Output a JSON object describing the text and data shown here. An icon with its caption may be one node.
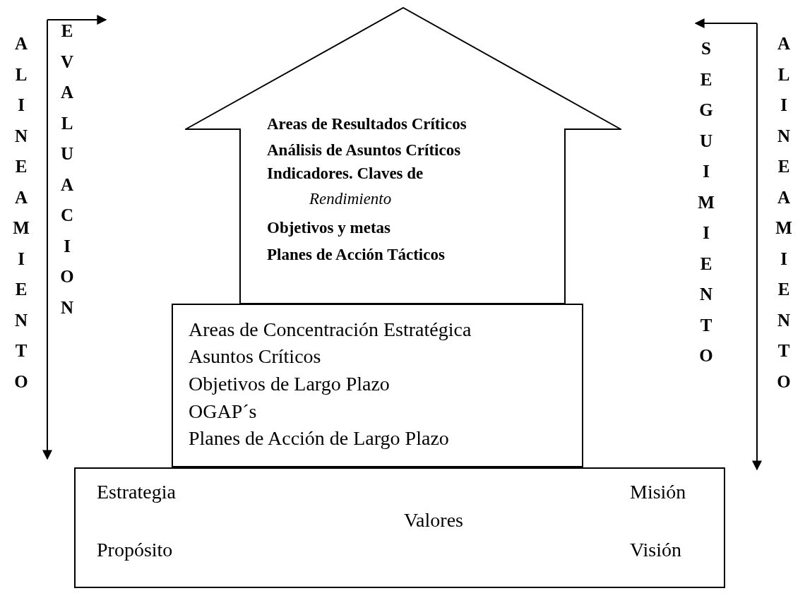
{
  "diagram": {
    "nodes": [
      {
        "text": [
          "Areas de Resultados Críticos",
          "Análisis de Asuntos Críticos",
          "Indicadores. Claves de *Rendimiento*",
          "Objetivos y metas",
          "Planes de Acción Tácticos"
        ]
      },
      {
        "text": [
          "Areas de Concentración Estratégica",
          "Asuntos Críticos",
          "Objetivos de Largo Plazo",
          "OGAP´s",
          "Planes de Acción de Largo Plazo"
        ]
      },
      {
        "text": [
          "Estrategia",
          "Misión",
          "Valores",
          "Propósito",
          "Visión"
        ]
      }
    ],
    "labels": [
      "ALINEAMIENTO",
      "EVALUACION",
      "SEGUIMIENTO",
      "ALINEAMIENTO"
    ]
  }
}
